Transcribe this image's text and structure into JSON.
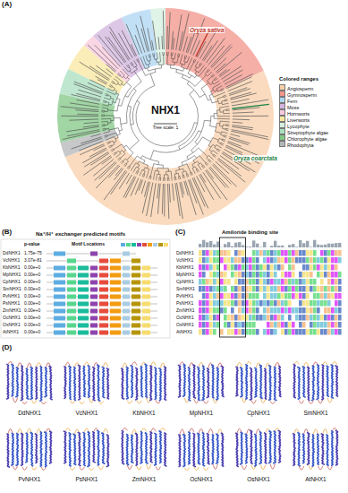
{
  "diagram": {
    "labels": [
      "(A)",
      "NHX1",
      "Tree scale: 1",
      "Oryza sativa",
      "Oryza coarctata",
      "Colored ranges",
      "(B)",
      "Na⁺/H⁺ exchanger predicted motifs",
      "p-value",
      "Motif Locations",
      "DdNHX1",
      "VcNHX1",
      "KbNHX1",
      "MpNHX1",
      "CpNHX1",
      "SmNHX1",
      "PvNHX1",
      "PsNHX1",
      "ZmNHX1",
      "OcNHX1",
      "OsNHX1",
      "AtNHX1",
      "1.75e-75",
      "3.07e-81",
      "0.00e+0",
      "0.00e+0",
      "0.00e+0",
      "0.00e+0",
      "0.00e+0",
      "0.00e+0",
      "0.00e+0",
      "0.00e+0",
      "0.00e+0",
      "0.00e+0",
      "(C)",
      "Amiloride binding site",
      "DdNHX1",
      "VcNHX1",
      "KbNHX1",
      "MpNHX1",
      "CpNHX1",
      "SmNHX1",
      "PvNHX1",
      "PsNHX1",
      "ZmNHX1",
      "OcNHX1",
      "OsNHX1",
      "AtNHX1",
      "(D)",
      "DdNHX1",
      "VcNHX1",
      "KbNHX1",
      "MpNHX1",
      "CpNHX1",
      "SmNHX1",
      "PvNHX1",
      "PsNHX1",
      "ZmNHX1",
      "OcNHX1",
      "OsNHX1",
      "AtNHX1"
    ],
    "legend": [
      {
        "text": "Angiosperm",
        "color": "#f8cfa9"
      },
      {
        "text": "Gymnosperm",
        "color": "#f1948a"
      },
      {
        "text": "Fern",
        "color": "#aed6f1"
      },
      {
        "text": "Moss",
        "color": "#d2b4de"
      },
      {
        "text": "Hornworts",
        "color": "#f8c8dc"
      },
      {
        "text": "Liverworts",
        "color": "#f9e79f"
      },
      {
        "text": "Lycophyte",
        "color": "#d4efdf"
      },
      {
        "text": "Streptophyte algae",
        "color": "#a9dfbf"
      },
      {
        "text": "Chlorophyte algae",
        "color": "#82c785"
      },
      {
        "text": "Rhodophyta",
        "color": "#b3b6b7"
      }
    ]
  }
}
